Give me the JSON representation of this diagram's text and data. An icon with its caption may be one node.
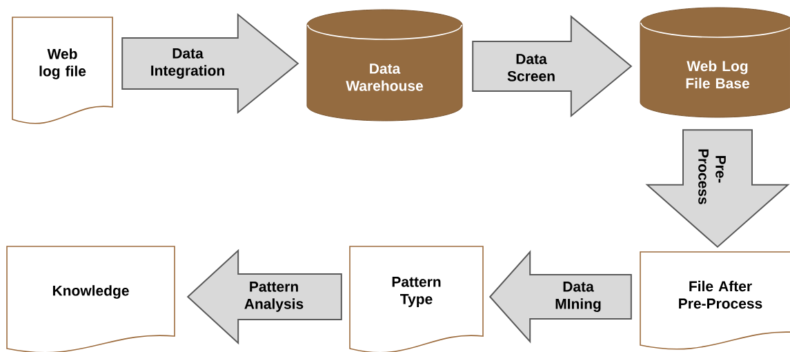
{
  "diagram": {
    "nodes": [
      {
        "text": [
          "Web log file"
        ]
      },
      {
        "text": [
          "Data Warehouse"
        ]
      },
      {
        "text": [
          "Web Log File Base"
        ]
      },
      {
        "text": [
          "File After Pre-Process"
        ]
      },
      {
        "text": [
          "Pattern Type"
        ]
      },
      {
        "text": [
          "Knowledge"
        ]
      }
    ],
    "edges": [
      {
        "from": 0,
        "to": 1,
        "arrow": "to",
        "label": "Data Integration"
      },
      {
        "from": 1,
        "to": 2,
        "arrow": "to",
        "label": "Data Screen"
      },
      {
        "from": 2,
        "to": 3,
        "arrow": "to",
        "label": "Pre-Process"
      },
      {
        "from": 3,
        "to": 4,
        "arrow": "to",
        "label": "Data MIning"
      },
      {
        "from": 4,
        "to": 5,
        "arrow": "to",
        "label": "Pattern Analysis"
      }
    ]
  }
}
